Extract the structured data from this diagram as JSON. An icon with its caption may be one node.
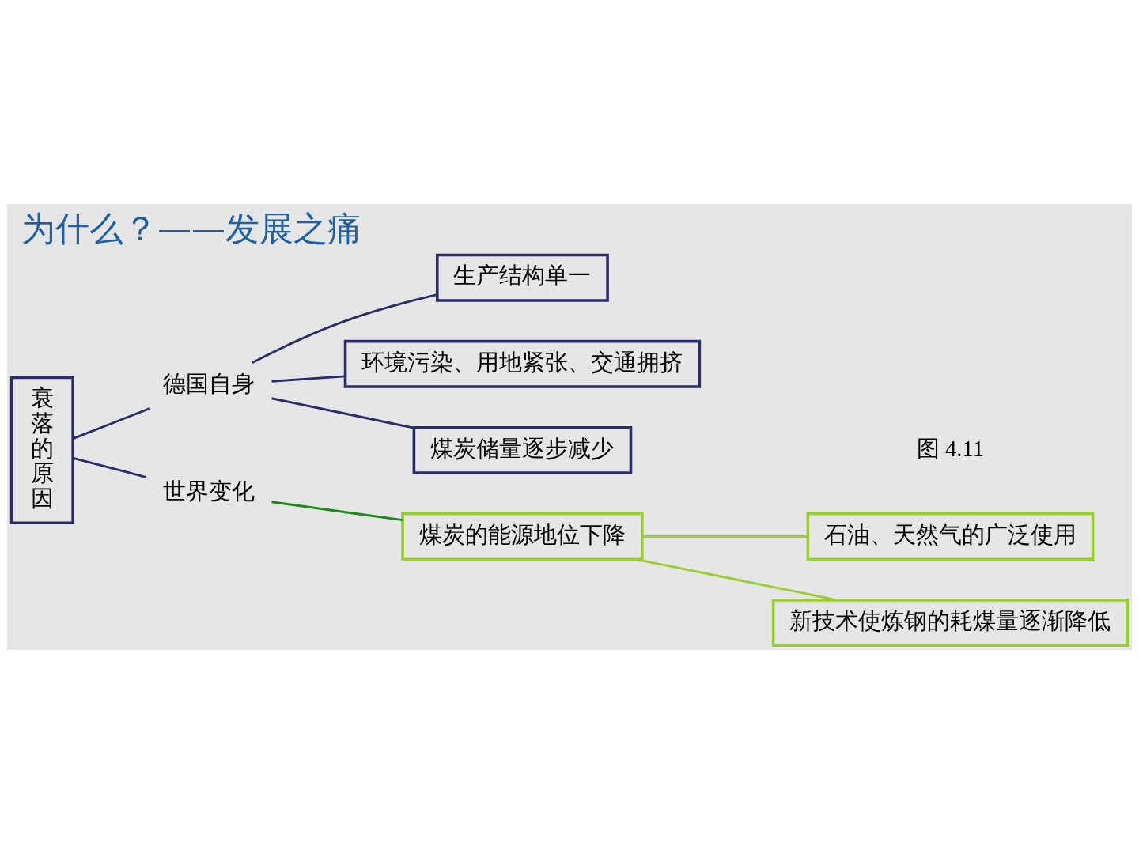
{
  "diagram": {
    "title": "为什么？——发展之痛",
    "nodes": [
      {
        "text": [
          "衰落的原因"
        ]
      },
      {
        "text": [
          "德国自身"
        ]
      },
      {
        "text": [
          "世界变化"
        ]
      },
      {
        "text": [
          "生产结构单一"
        ]
      },
      {
        "text": [
          "环境污染、用地紧张、交通拥挤"
        ]
      },
      {
        "text": [
          "煤炭储量逐步减少"
        ]
      },
      {
        "text": [
          "煤炭的能源地位下降"
        ]
      },
      {
        "text": [
          "石油、天然气的广泛使用"
        ]
      },
      {
        "text": [
          "新技术使炼钢的耗煤量逐渐降低"
        ]
      }
    ],
    "edges": [
      {
        "from": 0,
        "to": 1,
        "arrow": "none"
      },
      {
        "from": 0,
        "to": 2,
        "arrow": "none"
      },
      {
        "from": 1,
        "to": 3,
        "arrow": "none"
      },
      {
        "from": 1,
        "to": 4,
        "arrow": "none"
      },
      {
        "from": 1,
        "to": 5,
        "arrow": "none"
      },
      {
        "from": 2,
        "to": 6,
        "arrow": "none",
        "color": "#1a8a1a"
      },
      {
        "from": 6,
        "to": 7,
        "arrow": "none",
        "color": "#9acd32"
      },
      {
        "from": 6,
        "to": 8,
        "arrow": "none",
        "color": "#9acd32"
      }
    ],
    "labels": [
      "图 4.11"
    ]
  }
}
